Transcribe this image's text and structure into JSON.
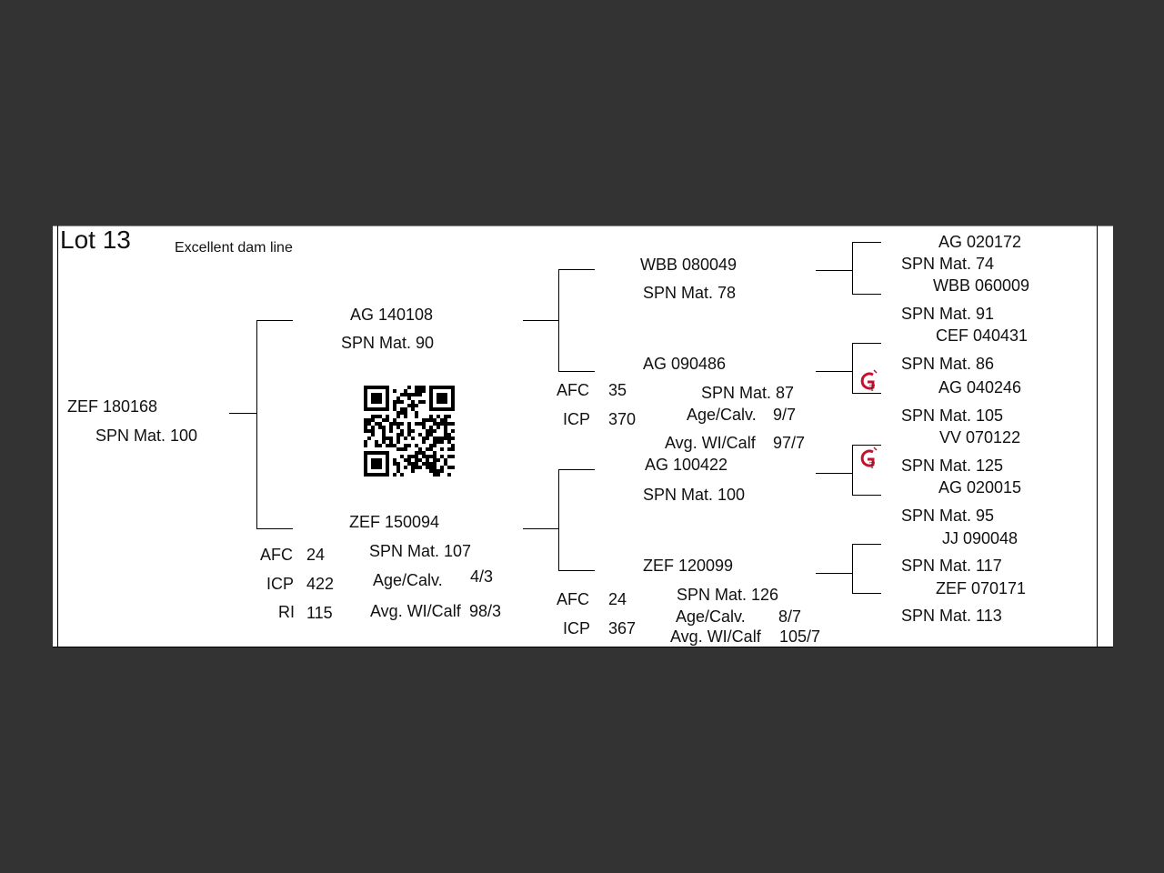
{
  "lot": {
    "title": "Lot 13",
    "note": "Excellent dam line"
  },
  "animal": {
    "id": "ZEF 180168",
    "spn": "SPN Mat. 100"
  },
  "sire": {
    "id": "AG  140108",
    "spn": "SPN Mat. 90"
  },
  "dam": {
    "id": "ZEF 150094",
    "spn": "SPN Mat. 107",
    "afc_label": "AFC",
    "afc": "24",
    "icp_label": "ICP",
    "icp": "422",
    "ri_label": "RI",
    "ri": "115",
    "agecalv_label": "Age/Calv.",
    "agecalv": "4/3",
    "avgwi_label": "Avg. WI/Calf",
    "avgwi": "98/3"
  },
  "ss": {
    "id": "WBB 080049",
    "spn": "SPN Mat. 78"
  },
  "sd": {
    "id": "AG  090486",
    "spn": "SPN Mat. 87",
    "afc_label": "AFC",
    "afc": "35",
    "icp_label": "ICP",
    "icp": "370",
    "agecalv_label": "Age/Calv.",
    "agecalv": "9/7",
    "avgwi_label": "Avg. WI/Calf",
    "avgwi": "97/7"
  },
  "ds": {
    "id": "AG  100422",
    "spn": "SPN Mat. 100"
  },
  "dd": {
    "id": "ZEF 120099",
    "spn": "SPN Mat. 126",
    "afc_label": "AFC",
    "afc": "24",
    "icp_label": "ICP",
    "icp": "367",
    "agecalv_label": "Age/Calv.",
    "agecalv": "8/7",
    "avgwi_label": "Avg. WI/Calf",
    "avgwi": "105/7"
  },
  "ggp": [
    {
      "id": "AG  020172",
      "spn": "SPN Mat. 74"
    },
    {
      "id": "WBB 060009",
      "spn": "SPN Mat. 91"
    },
    {
      "id": "CEF 040431",
      "spn": "SPN Mat. 86"
    },
    {
      "id": "AG  040246",
      "spn": "SPN Mat. 105"
    },
    {
      "id": "VV  070122",
      "spn": "SPN Mat. 125"
    },
    {
      "id": "AG  020015",
      "spn": "SPN Mat. 95"
    },
    {
      "id": "JJ  090048",
      "spn": "SPN Mat. 117"
    },
    {
      "id": "ZEF 070171",
      "spn": "SPN Mat. 113"
    }
  ],
  "icons": {
    "qr": "qr-code",
    "logo": "gt-logo"
  },
  "colors": {
    "background": "#333333",
    "paper": "#ffffff",
    "logo_red": "#c8102e"
  }
}
